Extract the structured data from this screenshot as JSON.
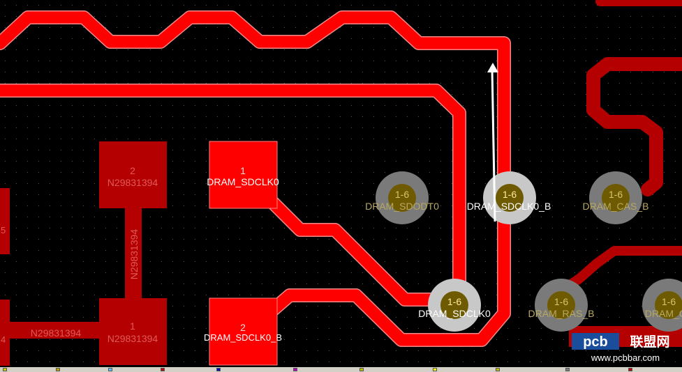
{
  "pads": [
    {
      "number": "2",
      "net": "N29831394"
    },
    {
      "number": "1",
      "net": "N29831394"
    },
    {
      "number": "1",
      "net": "DRAM_SDCLK0"
    },
    {
      "number": "2",
      "net": "DRAM_SDCLK0_B"
    }
  ],
  "trace_labels": [
    "N29831394",
    "N29831394"
  ],
  "vias": [
    {
      "span": "1-6",
      "net": "DRAM_SDODT0"
    },
    {
      "span": "1-6",
      "net": "DRAM_SDCLK0_B"
    },
    {
      "span": "1-6",
      "net": "DRAM_CAS_B"
    },
    {
      "span": "1-6",
      "net": "DRAM_SDCLK0"
    },
    {
      "span": "1-6",
      "net": "DRAM_RAS_B"
    },
    {
      "span": "1-6",
      "net": "DRAM_CS"
    }
  ],
  "edge_labels": [
    "5",
    "4"
  ],
  "watermark": {
    "brand": "pcb",
    "cn": "联盟网",
    "url": "www.pcbbar.com"
  },
  "colors": {
    "trace_active": "#ff0000",
    "trace_dim": "#b40000",
    "via_ring": "#b4b4b4",
    "via_drill": "#6e5a00",
    "via_text": "#d6c46a"
  }
}
